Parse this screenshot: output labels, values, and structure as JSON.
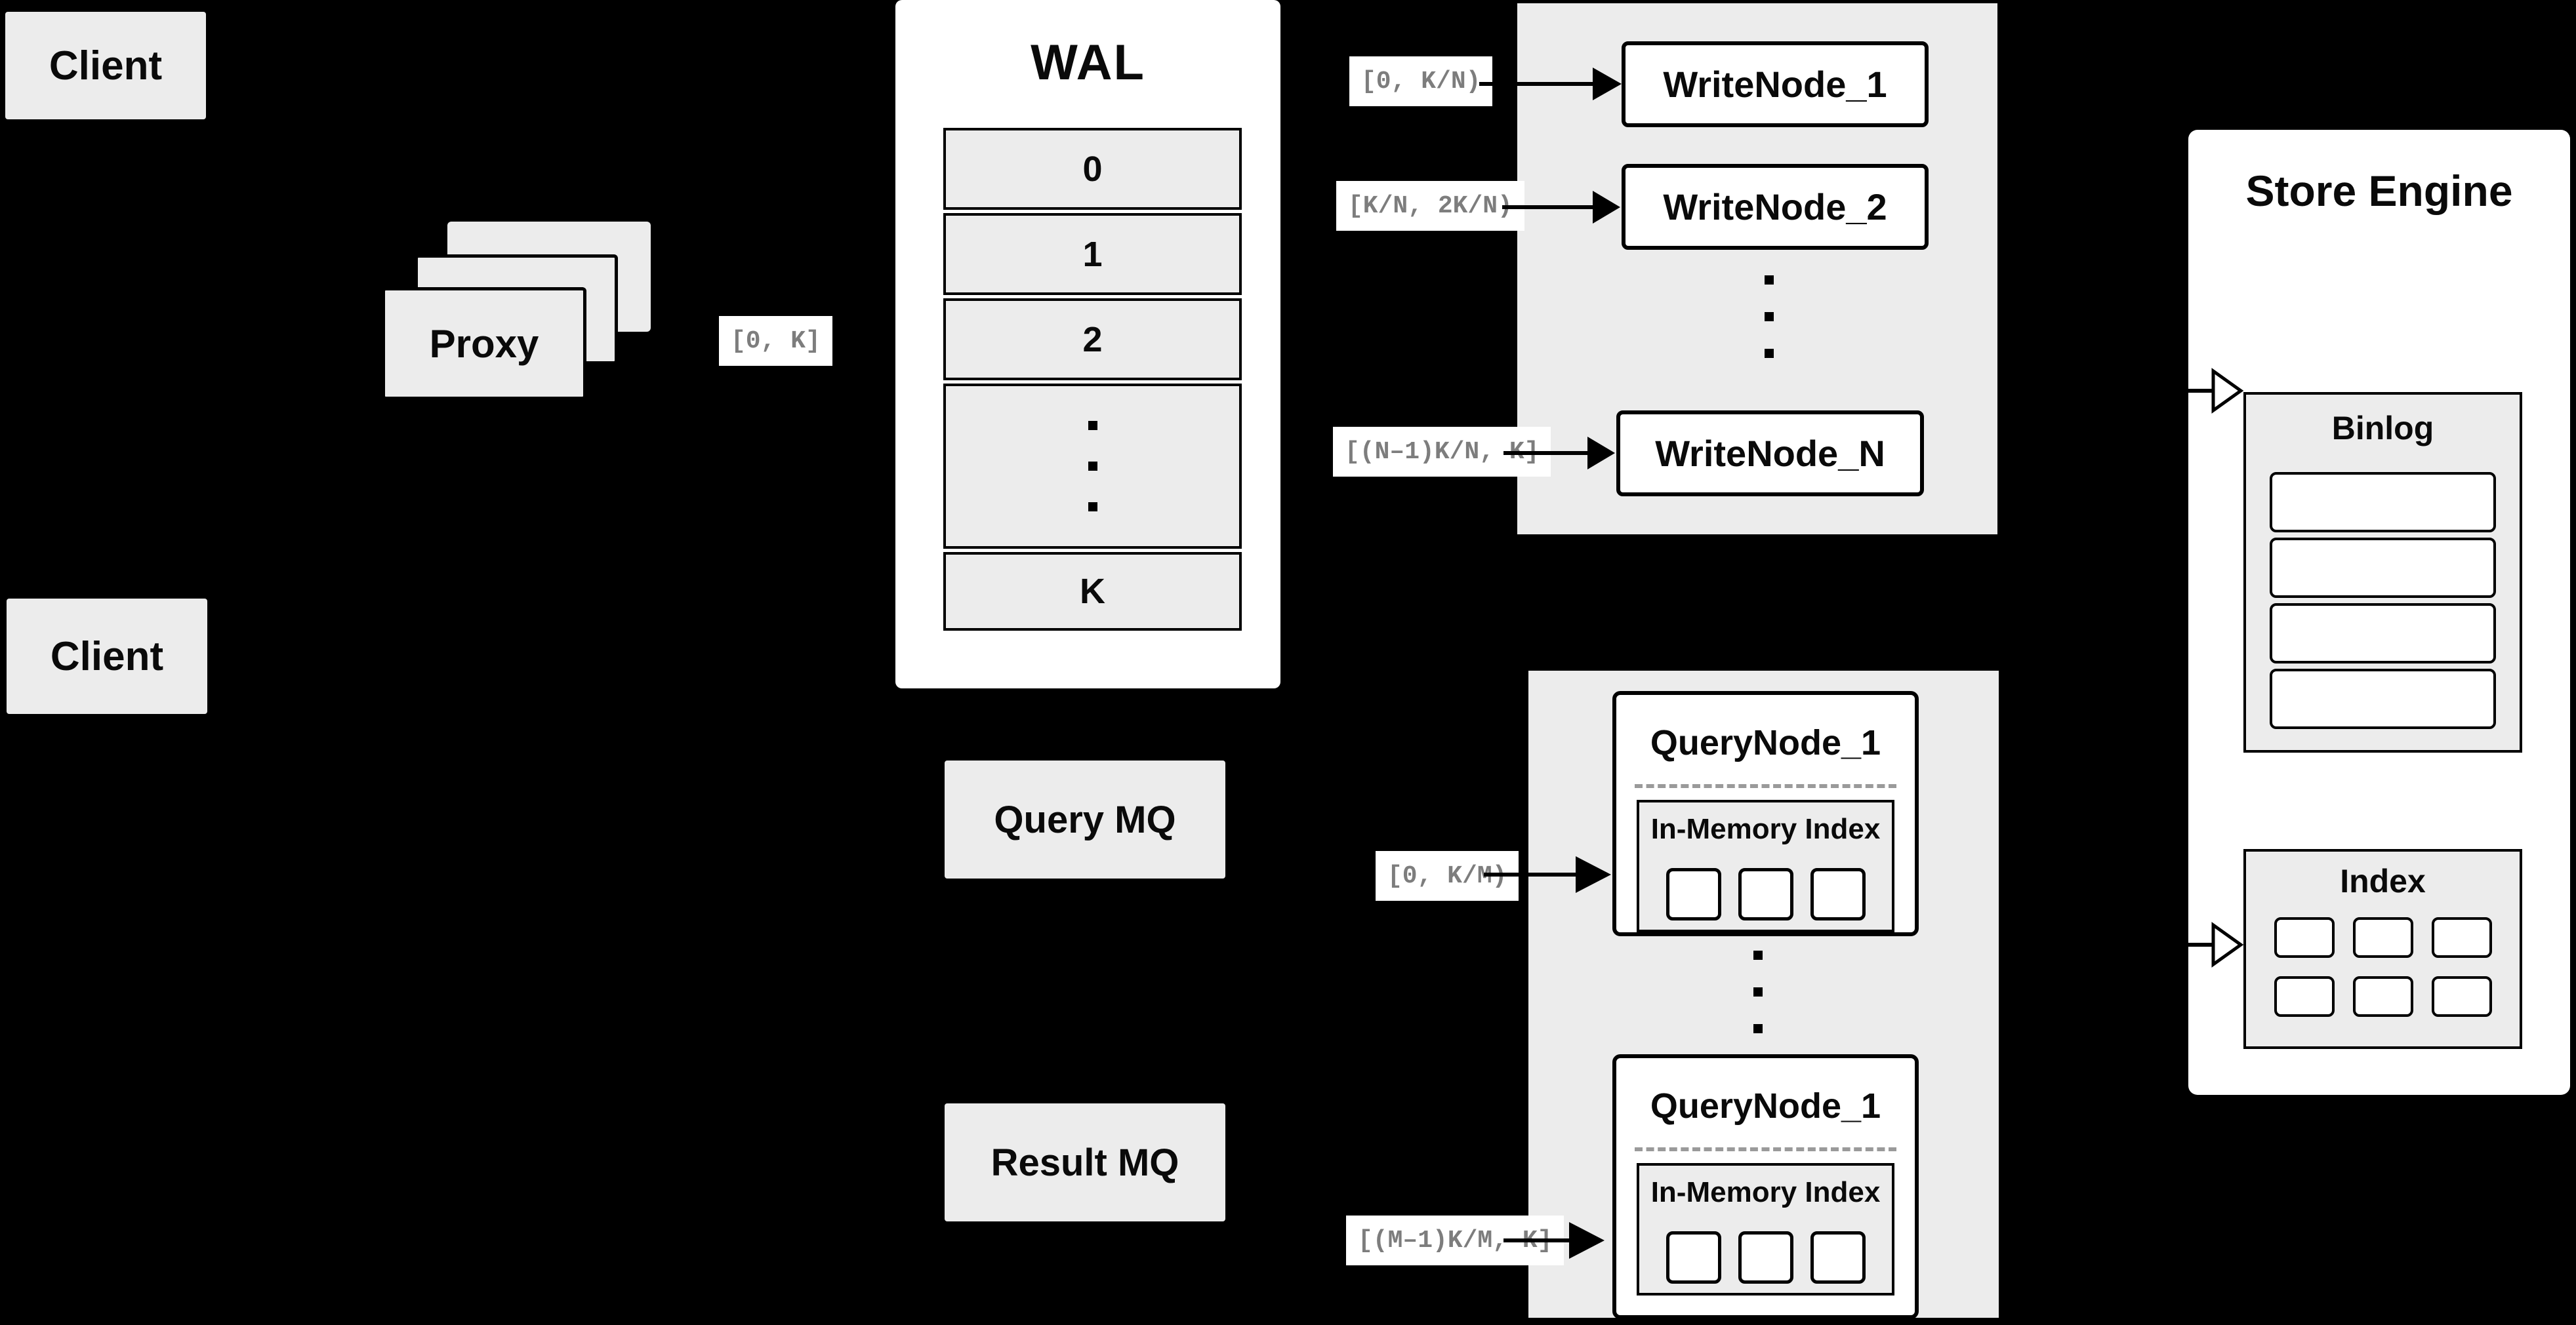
{
  "colors": {
    "background": "#000000",
    "panel_gray": "#ececec",
    "box_white": "#ffffff",
    "border_black": "#000000",
    "range_text_gray": "#7d7d7d"
  },
  "clients": {
    "top_label": "Client",
    "bottom_label": "Client"
  },
  "proxy": {
    "label": "Proxy",
    "range_label": "[0, K]"
  },
  "wal": {
    "title": "WAL",
    "rows": [
      "0",
      "1",
      "2"
    ],
    "last_row": "K"
  },
  "write_group": {
    "ranges": [
      "[0, K/N)",
      "[K/N, 2K/N)",
      "[(N–1)K/N, K]"
    ],
    "nodes": [
      "WriteNode_1",
      "WriteNode_2",
      "WriteNode_N"
    ]
  },
  "query_group": {
    "ranges": [
      "[0, K/M)",
      "[(M–1)K/M, K]"
    ],
    "nodes": [
      {
        "title": "QueryNode_1",
        "index_label": "In-Memory Index"
      },
      {
        "title": "QueryNode_1",
        "index_label": "In-Memory Index"
      }
    ]
  },
  "mq": {
    "query_label": "Query MQ",
    "result_label": "Result MQ"
  },
  "store_engine": {
    "title": "Store Engine",
    "binlog_label": "Binlog",
    "index_label": "Index"
  }
}
